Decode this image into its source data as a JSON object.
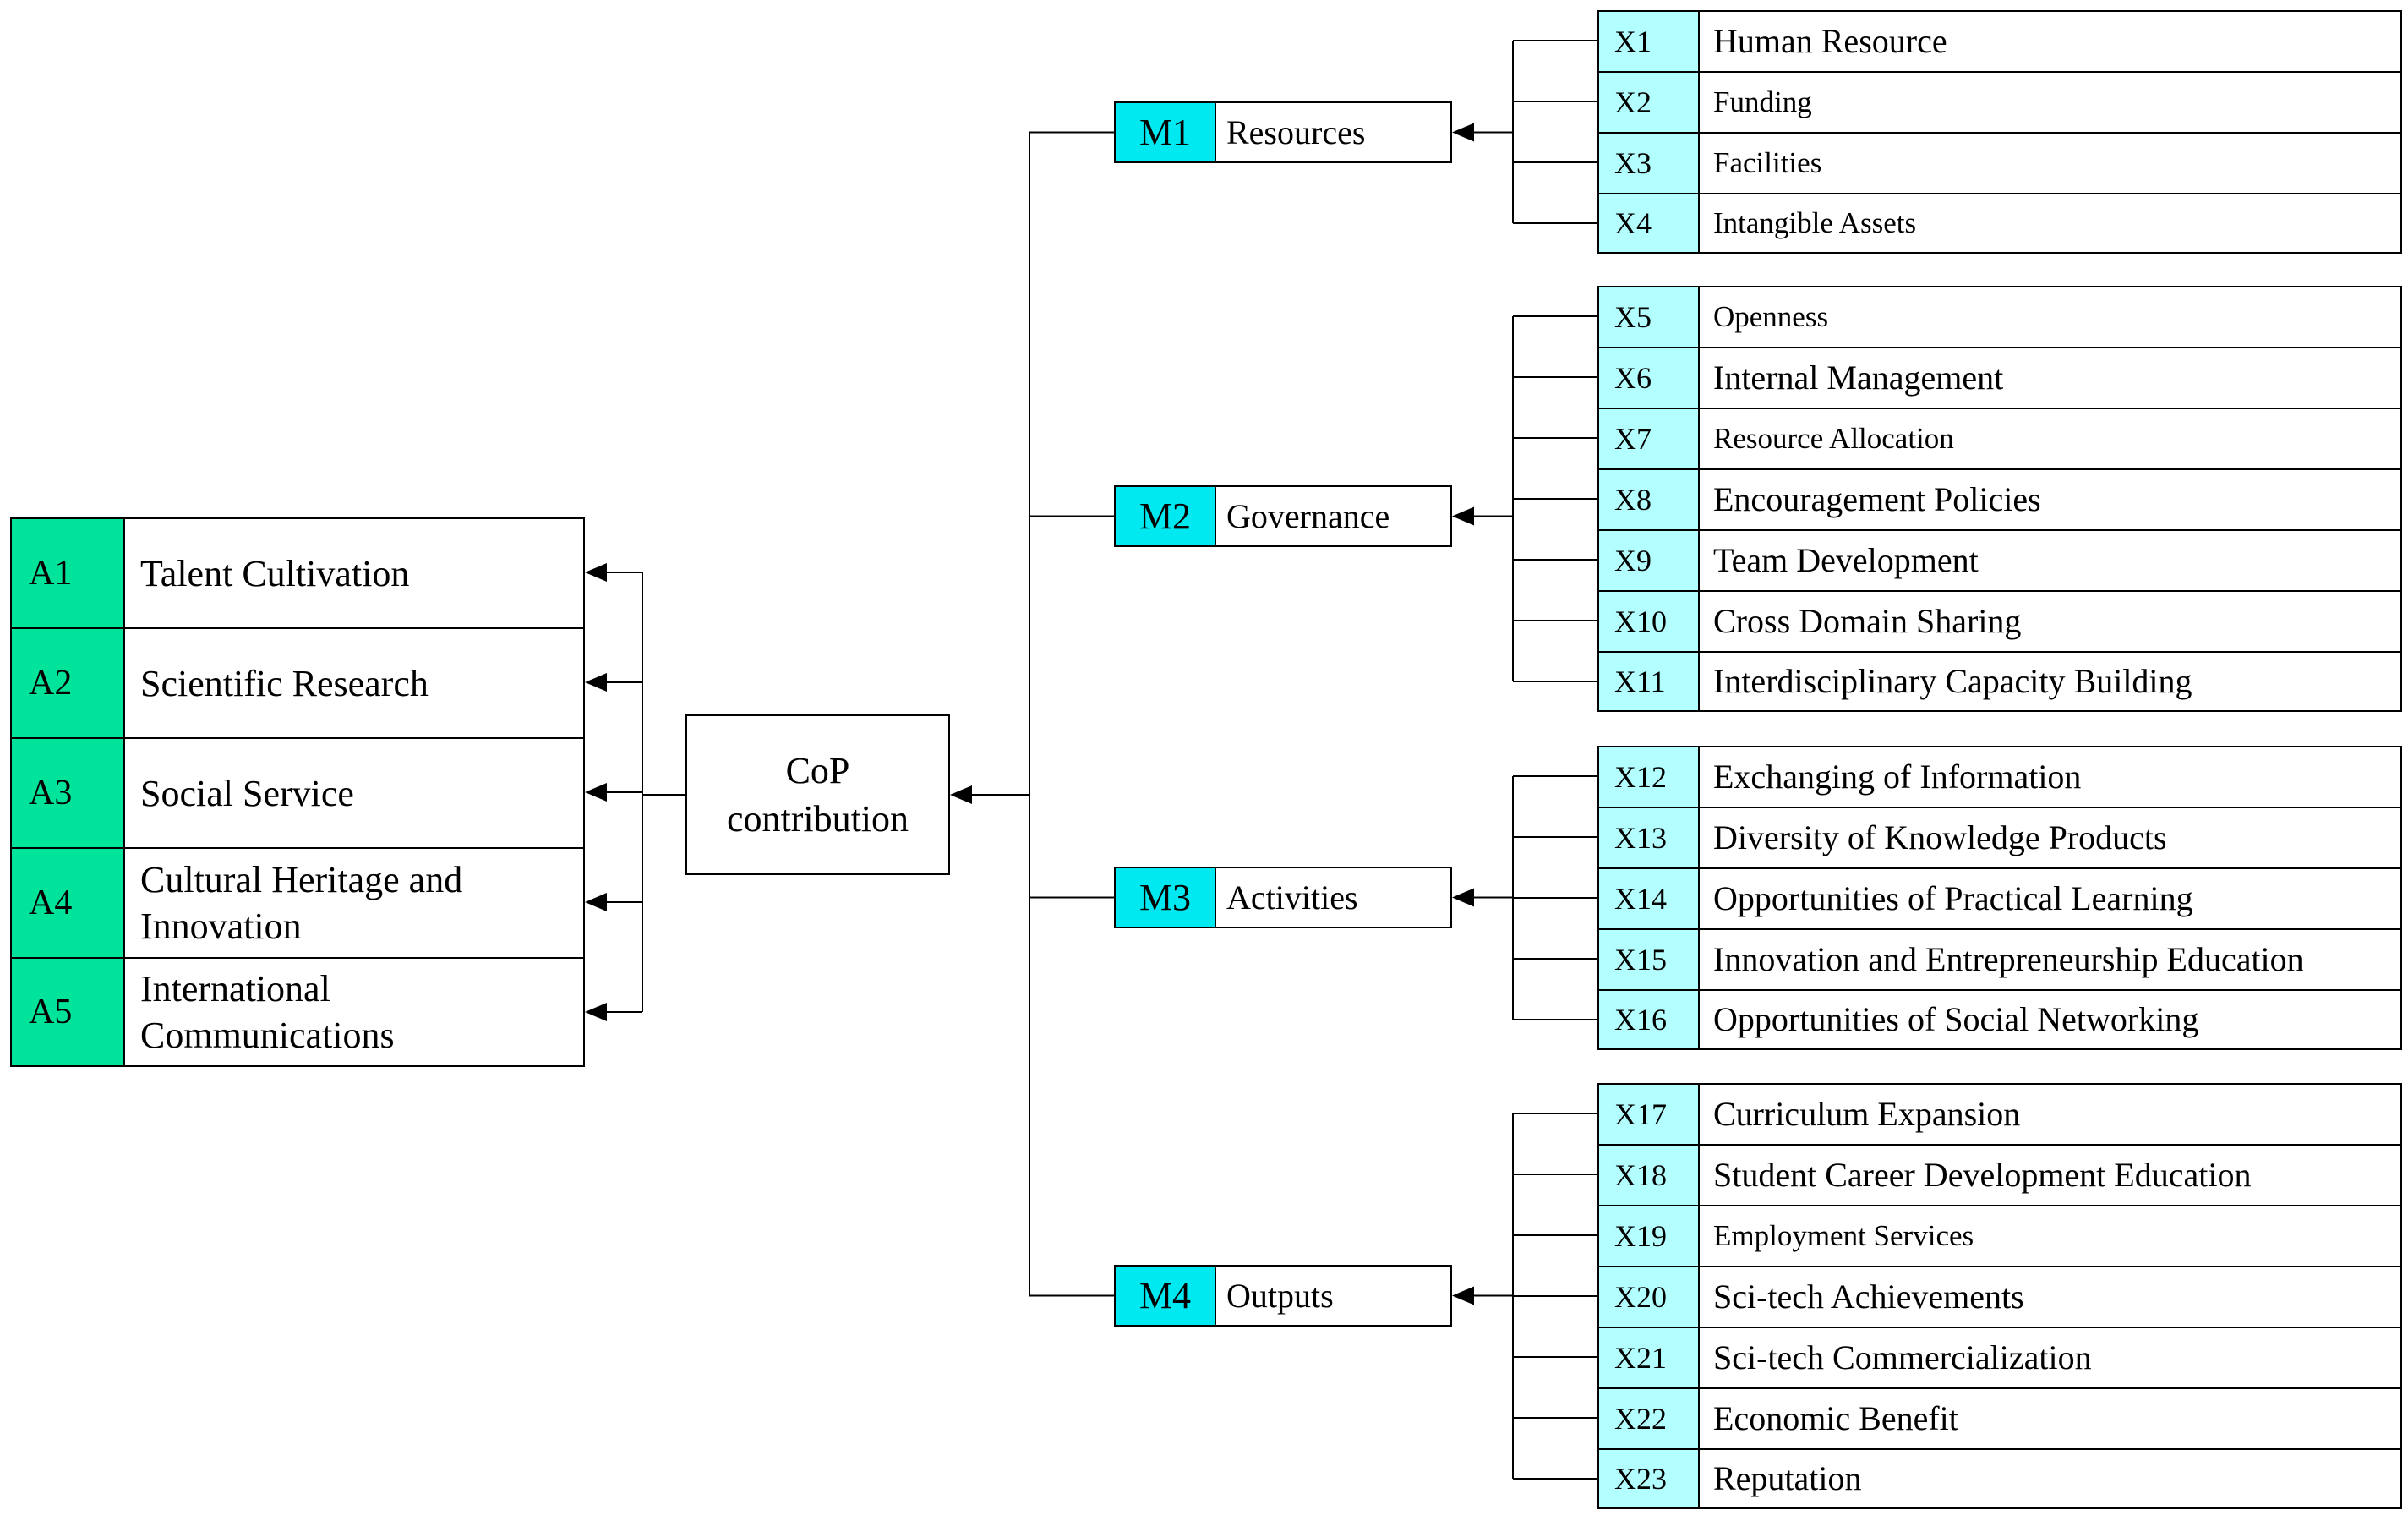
{
  "center": {
    "label": "CoP\ncontribution"
  },
  "a_items": [
    {
      "code": "A1",
      "label": "Talent Cultivation"
    },
    {
      "code": "A2",
      "label": "Scientific Research"
    },
    {
      "code": "A3",
      "label": "Social Service"
    },
    {
      "code": "A4",
      "label": "Cultural Heritage and\nInnovation"
    },
    {
      "code": "A5",
      "label": "International\nCommunications"
    }
  ],
  "m_items": [
    {
      "code": "M1",
      "label": "Resources"
    },
    {
      "code": "M2",
      "label": "Governance"
    },
    {
      "code": "M3",
      "label": "Activities"
    },
    {
      "code": "M4",
      "label": "Outputs"
    }
  ],
  "x_items": [
    {
      "code": "X1",
      "label": "Human Resource"
    },
    {
      "code": "X2",
      "label": "Funding"
    },
    {
      "code": "X3",
      "label": "Facilities"
    },
    {
      "code": "X4",
      "label": "Intangible Assets"
    },
    {
      "code": "X5",
      "label": "Openness"
    },
    {
      "code": "X6",
      "label": "Internal Management"
    },
    {
      "code": "X7",
      "label": "Resource Allocation"
    },
    {
      "code": "X8",
      "label": "Encouragement Policies"
    },
    {
      "code": "X9",
      "label": "Team Development"
    },
    {
      "code": "X10",
      "label": "Cross Domain Sharing"
    },
    {
      "code": "X11",
      "label": "Interdisciplinary Capacity Building"
    },
    {
      "code": "X12",
      "label": "Exchanging of Information"
    },
    {
      "code": "X13",
      "label": "Diversity of Knowledge Products"
    },
    {
      "code": "X14",
      "label": "Opportunities of Practical Learning"
    },
    {
      "code": "X15",
      "label": "Innovation and Entrepreneurship Education"
    },
    {
      "code": "X16",
      "label": "Opportunities of Social Networking"
    },
    {
      "code": "X17",
      "label": "Curriculum Expansion"
    },
    {
      "code": "X18",
      "label": "Student Career Development Education"
    },
    {
      "code": "X19",
      "label": "Employment Services"
    },
    {
      "code": "X20",
      "label": "Sci-tech Achievements"
    },
    {
      "code": "X21",
      "label": "Sci-tech Commercialization"
    },
    {
      "code": "X22",
      "label": "Economic Benefit"
    },
    {
      "code": "X23",
      "label": "Reputation"
    }
  ],
  "colors": {
    "a_code_fill": "#00e39a",
    "m_code_fill": "#00e8f0",
    "x_code_fill": "#b3ffff",
    "line": "#000000"
  }
}
